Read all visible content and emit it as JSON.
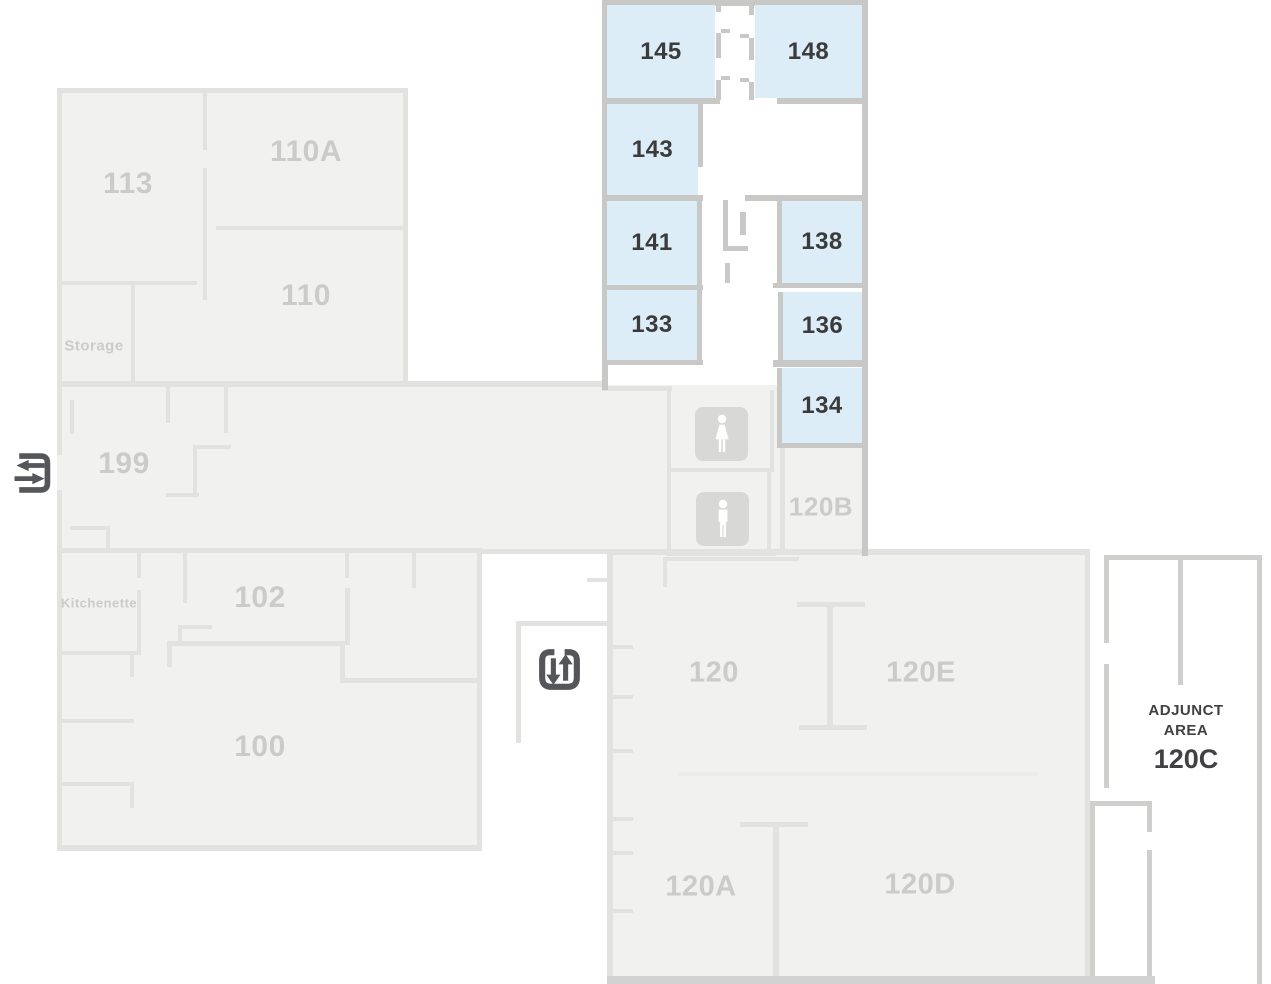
{
  "floorplan": {
    "highlighted_rooms": {
      "r145": "145",
      "r148": "148",
      "r143": "143",
      "r141": "141",
      "r138": "138",
      "r133": "133",
      "r136": "136",
      "r134": "134"
    },
    "faded_rooms": {
      "r113": "113",
      "r110a": "110A",
      "r110": "110",
      "storage": "Storage",
      "r199": "199",
      "kitchenette": "Kitchenette",
      "r102": "102",
      "r100": "100",
      "r120": "120",
      "r120e": "120E",
      "r120a": "120A",
      "r120b": "120B",
      "r120d": "120D"
    },
    "adjunct_area": {
      "line1": "ADJUNCT",
      "line2": "AREA",
      "number": "120C"
    },
    "icons": {
      "exit": "exit-arrows-icon",
      "elevator": "elevator-up-down-icon",
      "womens_restroom": "womens-restroom-icon",
      "mens_restroom": "mens-restroom-icon"
    },
    "colors": {
      "highlight_fill": "#dcedf8",
      "faded_fill": "#f1f1ef",
      "faded_wall": "#e2e2e0",
      "active_wall": "#c8c8c7",
      "adjunct_wall": "#cfcfce",
      "dark_wall": "#d2d2d2",
      "faded_text": "#cbcbca",
      "active_text": "#3b3b3c",
      "icon_color": "#55565a",
      "restroom_tile": "#d8d8d7"
    }
  }
}
